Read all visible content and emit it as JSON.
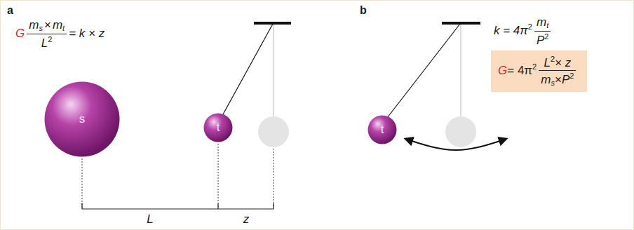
{
  "diagram": {
    "nodes": [
      {
        "text": [
          "s"
        ]
      },
      {
        "text": [
          "t"
        ]
      },
      {
        "text": [
          "t"
        ]
      },
      {
        "text": [
          "G",
          "= 4π",
          "2",
          "L",
          "2",
          "× z",
          "m",
          "s",
          "×",
          "P",
          "2"
        ]
      }
    ],
    "labels": [
      "a",
      "G",
      "m",
      "s",
      "×",
      "m",
      "t",
      "L",
      "2",
      "= k × z",
      "b",
      "k = 4π",
      "2",
      "m",
      "t",
      "P",
      "2",
      "L",
      "z"
    ]
  }
}
